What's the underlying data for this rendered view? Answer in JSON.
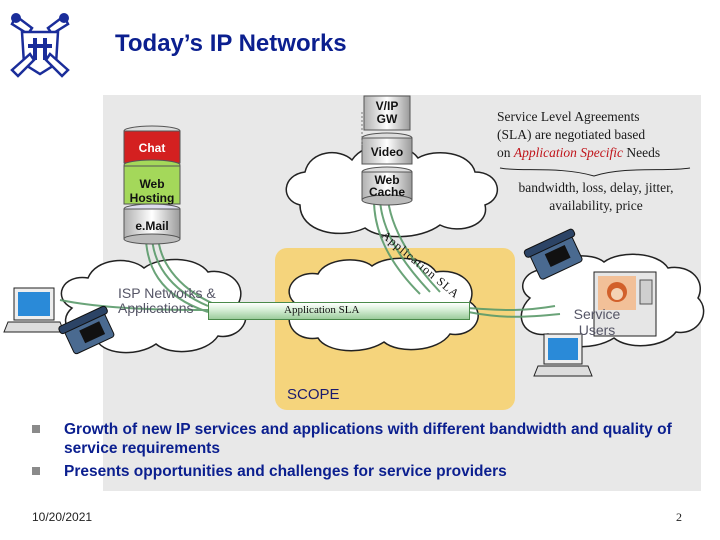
{
  "title": "Today’s IP Networks",
  "sla_note": {
    "line1": "Service Level Agreements",
    "line2": "(SLA)  are negotiated based",
    "line3_prefix": "on ",
    "line3_emph": "Application Specific",
    "line3_suffix": " Needs"
  },
  "params": {
    "line1": "bandwidth, loss, delay, jitter,",
    "line2": "availability, price"
  },
  "servers_left": [
    "Chat",
    "Web Hosting",
    "e.Mail"
  ],
  "servers_right": [
    "V/IP GW",
    "Video",
    "Web Cache"
  ],
  "isp_label": "ISP Networks & Applications",
  "service_label": "Service Users",
  "application_sla": "Application SLA",
  "scope_label": "SCOPE",
  "bullets": [
    "Growth of new IP services and applications with different bandwidth and quality of service requirements",
    "Presents opportunities and challenges for service providers"
  ],
  "footer": {
    "date": "10/20/2021",
    "page": "2"
  },
  "colors": {
    "title": "#0b1f8f",
    "accent_red": "#c0141a",
    "scope_fill": "#f5d47c",
    "panel": "#e8e8e8"
  }
}
